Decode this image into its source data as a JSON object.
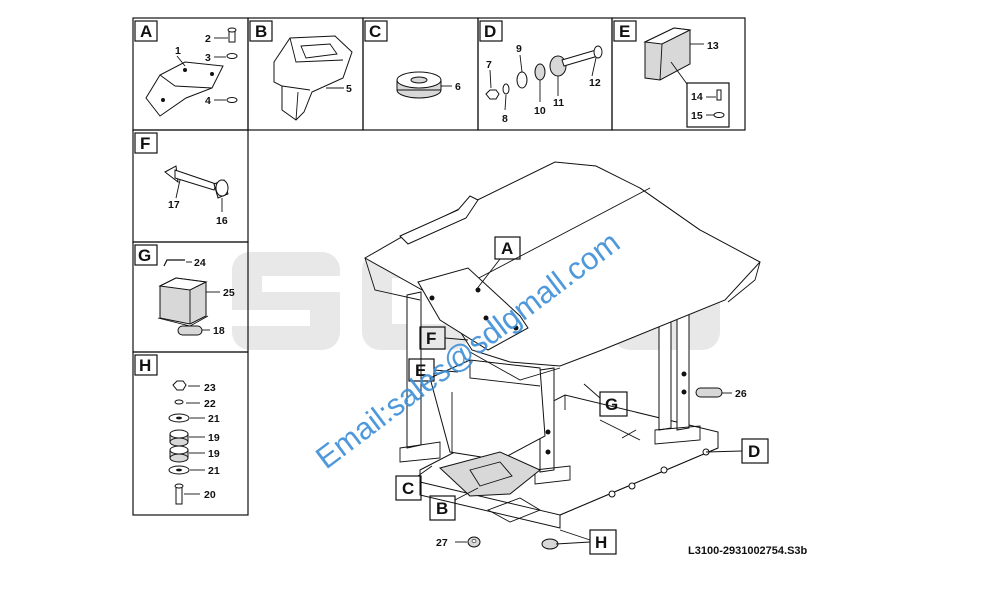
{
  "reference": "L3100-2931002754.S3b",
  "watermark": {
    "brand": "SDLG",
    "email": "Email:sales@sdlgmall.com"
  },
  "detail_boxes": [
    {
      "id": "A",
      "parts": [
        "1",
        "2",
        "3",
        "4"
      ]
    },
    {
      "id": "B",
      "parts": [
        "5"
      ]
    },
    {
      "id": "C",
      "parts": [
        "6"
      ]
    },
    {
      "id": "D",
      "parts": [
        "7",
        "8",
        "9",
        "10",
        "11",
        "12"
      ]
    },
    {
      "id": "E",
      "parts": [
        "13",
        "14",
        "15"
      ]
    },
    {
      "id": "F",
      "parts": [
        "16",
        "17"
      ]
    },
    {
      "id": "G",
      "parts": [
        "24",
        "25",
        "18"
      ]
    },
    {
      "id": "H",
      "parts": [
        "23",
        "22",
        "21",
        "19",
        "19",
        "21",
        "20"
      ]
    }
  ],
  "main_callouts": [
    "A",
    "F",
    "E",
    "G",
    "D",
    "C",
    "B",
    "H"
  ],
  "main_parts": [
    "26",
    "27"
  ],
  "colors": {
    "line": "#111111",
    "watermark_text": "#3c8fd8",
    "watermark_logo": "#e6e6e6"
  }
}
